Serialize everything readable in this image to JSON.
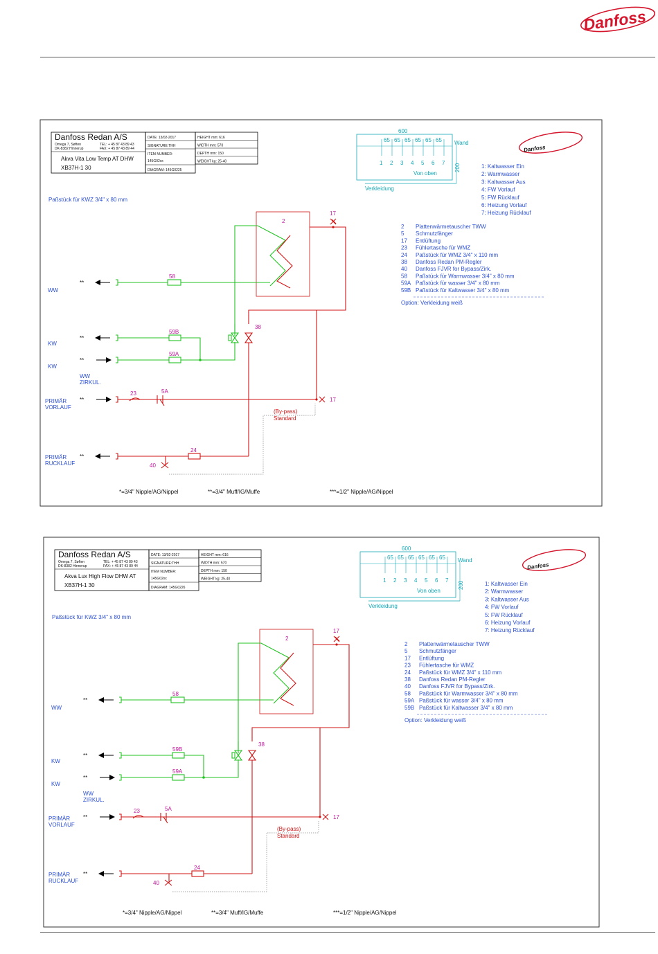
{
  "brand": "Danfoss",
  "diagrams": [
    {
      "title_block": {
        "company": "Danfoss Redan A/S",
        "address": [
          "Omega 7, Søften",
          "DK-8382 Hinnerup"
        ],
        "phone": [
          "TEL: + 45 87 43 89 43",
          "FAX: + 45 87 43 89 44"
        ],
        "product": "Akva Vita Low Temp AT DHW",
        "code": "XB37H-1 30",
        "date": "DATE: 13/02-2017",
        "signature": "SIGNATURE:THH",
        "item_label": "ITEM NUMBER:",
        "item_number": "145G02xx",
        "diagram": "DIAGRAM: 145G0225",
        "height": "HEIGHT  mm:  616",
        "width": "WIDTH  mm:  570",
        "depth": "DEPTH  mm:  150",
        "weight": "WEIGHT  kg:  25-40"
      },
      "fitting": "Paßstück für KWZ 3/4\" x 80 mm"
    },
    {
      "title_block": {
        "company": "Danfoss Redan A/S",
        "address": [
          "Omega 7, Søften",
          "DK-8382 Hinnerup"
        ],
        "phone": [
          "TEL: + 45 87 43 89 43",
          "FAX: + 45 87 43 89 44"
        ],
        "product": "Akva Lux High Flow DHW AT",
        "code": "XB37H-1 30",
        "date": "DATE: 13/02-2017",
        "signature": "SIGNATURE:THH",
        "item_label": "ITEM NUMBER:",
        "item_number": "145G02xx",
        "diagram": "DIAGRAM: 145G0226",
        "height": "HEIGHT  mm:  616",
        "width": "WIDTH  mm:  570",
        "depth": "DEPTH  mm:  150",
        "weight": "WEIGHT  kg:  25-40"
      },
      "fitting": "Paßstück für KWZ 3/4\" x 80 mm"
    }
  ],
  "wall": {
    "label": "Wand",
    "total_width": "600",
    "spacings": [
      "65",
      "65",
      "65",
      "65",
      "65",
      "65"
    ],
    "depth": "200",
    "numbers": [
      "1",
      "2",
      "3",
      "4",
      "5",
      "6",
      "7"
    ],
    "view": "Von oben",
    "cover": "Verkleidung"
  },
  "connections": [
    "1:  Kaltwasser  Ein",
    "2:  Warmwasser",
    "3:  Kaltwasser  Aus",
    "4:  FW  Vorlauf",
    "5:  FW  Rücklauf",
    "6:  Heizung  Vorlauf",
    "7:  Heizung  Rücklauf"
  ],
  "parts": [
    {
      "no": "2",
      "desc": "Plattenwärmetauscher TWW"
    },
    {
      "no": "5",
      "desc": "Schmutzfänger"
    },
    {
      "no": "17",
      "desc": "Entlüftung"
    },
    {
      "no": "23",
      "desc": "Fühlertasche für WMZ"
    },
    {
      "no": "24",
      "desc": "Paßstück für WMZ 3/4\" x 110 mm"
    },
    {
      "no": "38",
      "desc": "Danfoss Redan PM-Regler"
    },
    {
      "no": "40",
      "desc": "Danfoss FJVR for Bypass/Zirk."
    },
    {
      "no": "58",
      "desc": "Paßstück für Warmwasser 3/4\" x 80 mm"
    },
    {
      "no": "59A",
      "desc": "Paßstück für wasser 3/4\" x 80 mm"
    },
    {
      "no": "59B",
      "desc": "Paßstück für Kaltwasser 3/4\" x 80 mm"
    }
  ],
  "option": "Option: Verkleidung weiß",
  "line_labels": {
    "ww": "WW",
    "kw": "KW",
    "zirk": [
      "WW",
      "ZIRKUL."
    ],
    "vorlauf": [
      "PRIMÄR",
      "VORLAUF"
    ],
    "rucklauf": [
      "PRIMÄR",
      "RUCKLAUF"
    ]
  },
  "component_labels": {
    "exchanger": "2",
    "vent": "17",
    "sensor": "23",
    "strainer": "5A",
    "meter": "24",
    "regulator": "38",
    "bypass_valve": "40",
    "ww_fitting": "58",
    "kw_fitting": "59B",
    "cw_fitting": "59A"
  },
  "bypass": {
    "label": "(By-pass)",
    "sub": "Standard"
  },
  "marker": "*",
  "arrow_marker": "**",
  "notes": [
    "*=3/4\" Nipple/AG/Nippel",
    "**=3/4\" Muff/IG/Muffe",
    "***=1/2\" Nipple/AG/Nippel"
  ]
}
